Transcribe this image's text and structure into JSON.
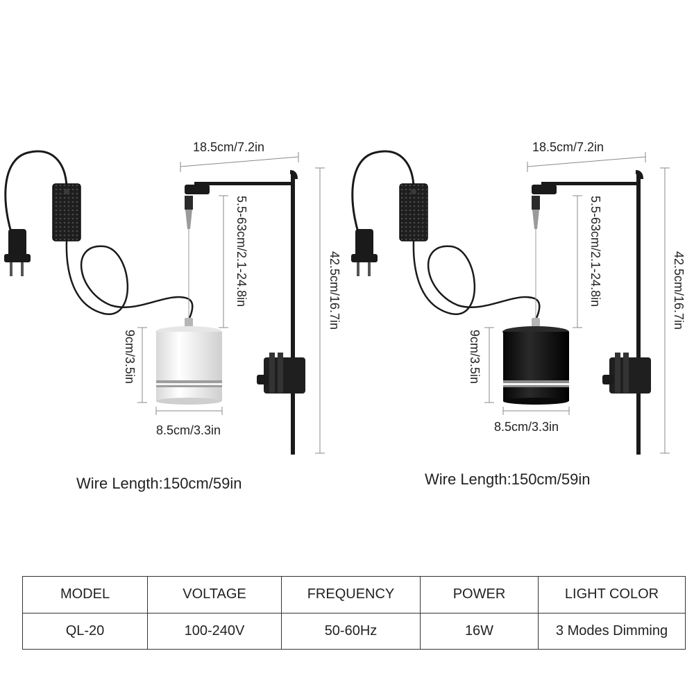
{
  "products": [
    {
      "variant": "white",
      "dims": {
        "arm_width": "18.5cm/7.2in",
        "hang_range": "5.5-63cm/2.1-24.8in",
        "pole_height": "42.5cm/16.7in",
        "lamp_height": "9cm/3.5in",
        "lamp_width": "8.5cm/3.3in"
      },
      "wire_length": "Wire Length:150cm/59in"
    },
    {
      "variant": "black",
      "dims": {
        "arm_width": "18.5cm/7.2in",
        "hang_range": "5.5-63cm/2.1-24.8in",
        "pole_height": "42.5cm/16.7in",
        "lamp_height": "9cm/3.5in",
        "lamp_width": "8.5cm/3.3in"
      },
      "wire_length": "Wire Length:150cm/59in"
    }
  ],
  "spec_table": {
    "headers": [
      "MODEL",
      "VOLTAGE",
      "FREQUENCY",
      "POWER",
      "LIGHT COLOR"
    ],
    "rows": [
      [
        "QL-20",
        "100-240V",
        "50-60Hz",
        "16W",
        "3 Modes Dimming"
      ]
    ]
  },
  "colors": {
    "lamp_white_body": "#f2f2f2",
    "lamp_black_body": "#151515",
    "stand": "#1a1a1a",
    "dimension_line": "#888888"
  }
}
